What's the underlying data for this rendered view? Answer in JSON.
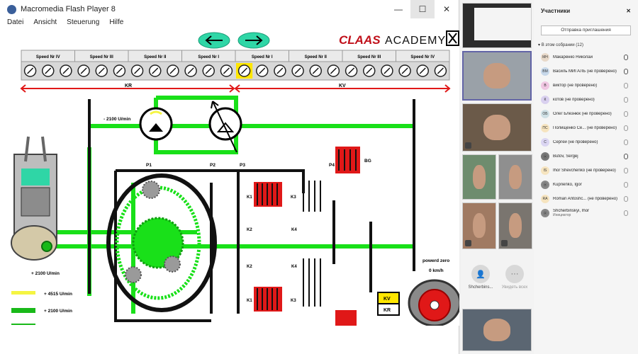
{
  "window": {
    "title": "Macromedia Flash Player 8",
    "minimize": "—",
    "maximize": "☐",
    "close": "✕"
  },
  "menu": [
    "Datei",
    "Ansicht",
    "Steuerung",
    "Hilfe"
  ],
  "sim": {
    "brand": "CLAAS",
    "brand_suffix": "ACADEMY",
    "speed_labels": [
      "Speed Nr IV",
      "Speed Nr III",
      "Speed Nr II",
      "Speed Nr I",
      "Speed Nr I",
      "Speed Nr II",
      "Speed Nr III",
      "Speed Nr IV"
    ],
    "kr": "KR",
    "kv": "KV",
    "rpm_top": "- 2100 U/min",
    "engine_rpm": "+ 2100 U/min",
    "p1": "P1",
    "p2": "P2",
    "p3": "P3",
    "p4": "P4",
    "bg": "BG",
    "k1": "K1",
    "k2": "K2",
    "k3": "K3",
    "k4": "K4",
    "power_zero": "powerd zero",
    "kmh": "0 km/h",
    "kv_box": "KV",
    "kr_box": "KR",
    "legend": [
      {
        "label": "+ 4515 U/min",
        "color": "#f5f542"
      },
      {
        "label": "+ 2100 U/min",
        "color": "#19b919"
      }
    ],
    "colors": {
      "green": "#19e019",
      "darkgreen": "#0f9f0f",
      "red": "#e01818",
      "black": "#111111",
      "yellow": "#ffe600"
    }
  },
  "video": {
    "placeholders": [
      {
        "name": "Shcherbins...",
        "initials": "👤"
      },
      {
        "name": "Увидеть всех",
        "initials": "···"
      }
    ]
  },
  "participants": {
    "title": "Участники",
    "close": "✕",
    "invite": "Отправка приглашения",
    "section": "В этом собрании (12)",
    "list": [
      {
        "initials": "МН",
        "name": "Макаренко Николай",
        "sub": "",
        "color": "#e8d9c9",
        "muted": false
      },
      {
        "initials": "ВМ",
        "name": "Василь МИГАЛЬ (не проверено)",
        "sub": "",
        "color": "#c7d8ea",
        "muted": false
      },
      {
        "initials": "В",
        "name": "виктор (не проверено)",
        "sub": "",
        "color": "#f0c7e2",
        "muted": true
      },
      {
        "initials": "К",
        "name": "котов (не проверено)",
        "sub": "",
        "color": "#d9d0ef",
        "muted": true
      },
      {
        "initials": "ОБ",
        "name": "Олег Блезнюк (не проверено)",
        "sub": "",
        "color": "#cfe0e5",
        "muted": true
      },
      {
        "initials": "ПС",
        "name": "Полищенко Се... (не проверено)",
        "sub": "",
        "color": "#f6e4bf",
        "muted": true
      },
      {
        "initials": "С",
        "name": "Сергей (не проверено)",
        "sub": "",
        "color": "#dad5f2",
        "muted": true
      },
      {
        "initials": "⦿",
        "name": "Butov, Sergej",
        "sub": "",
        "color": "#777777",
        "muted": false
      },
      {
        "initials": "IS",
        "name": "Ihor Shevchenko (не проверено)",
        "sub": "",
        "color": "#f6e4bf",
        "muted": true
      },
      {
        "initials": "⦿",
        "name": "Kuprienko, Igor",
        "sub": "",
        "color": "#888888",
        "muted": true
      },
      {
        "initials": "RA",
        "name": "Roman Antoshc... (не проверено)",
        "sub": "",
        "color": "#f6e4bf",
        "muted": true
      },
      {
        "initials": "⦿",
        "name": "Shcherbinskyi, Ihor",
        "sub": "Инициатор",
        "color": "#888888",
        "muted": true
      }
    ]
  }
}
